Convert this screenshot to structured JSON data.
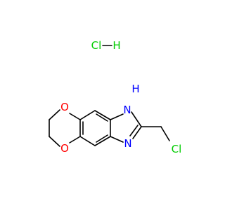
{
  "structure": {
    "salt": {
      "cl": "Cl",
      "h": "H"
    },
    "atoms": {
      "o_top": "O",
      "o_bottom": "O",
      "n_h": "N",
      "h_on_n": "H",
      "n_imine": "N",
      "cl": "Cl"
    }
  },
  "colors": {
    "carbon": "#000000",
    "oxygen": "#ff0000",
    "nitrogen": "#0000ff",
    "chlorine": "#00cc00"
  }
}
